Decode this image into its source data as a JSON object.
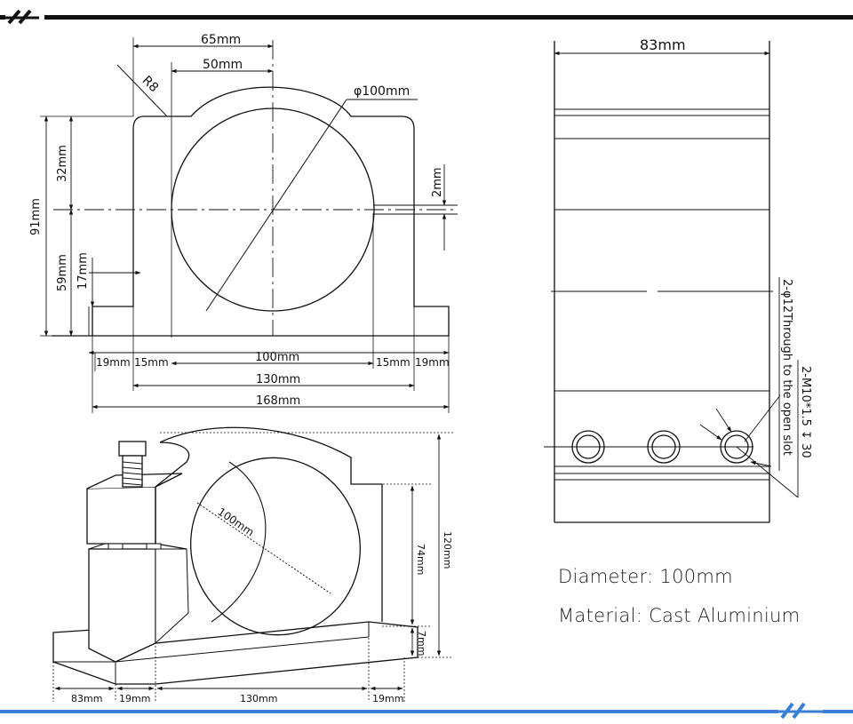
{
  "front_view": {
    "dims": {
      "w65": "65mm",
      "w50": "50mm",
      "r8": "R8",
      "phi100": "φ100mm",
      "h91": "91mm",
      "h32": "32mm",
      "h59": "59mm",
      "h17": "17mm",
      "g2": "2mm",
      "b19l": "19mm",
      "b15l": "15mm",
      "b100": "100mm",
      "b15r": "15mm",
      "b19r": "19mm",
      "b130": "130mm",
      "b168": "168mm"
    }
  },
  "side_view": {
    "dims": {
      "w83": "83mm",
      "hole_note": "2-φ12Through to the open slot",
      "thread_note": "2-M10*1.5 ↧ 30"
    }
  },
  "iso_view": {
    "dims": {
      "d100": "100mm",
      "h74": "74mm",
      "h120": "120mm",
      "h7": "7mm",
      "b83": "83mm",
      "b19a": "19mm",
      "b130": "130mm",
      "b19b": "19mm"
    }
  },
  "info": {
    "diameter": "Diameter: 100mm",
    "material": "Material: Cast Aluminium"
  },
  "colors": {
    "top_rule": "#111111",
    "bottom_rule": "#3a7fd5",
    "line": "#111111"
  }
}
